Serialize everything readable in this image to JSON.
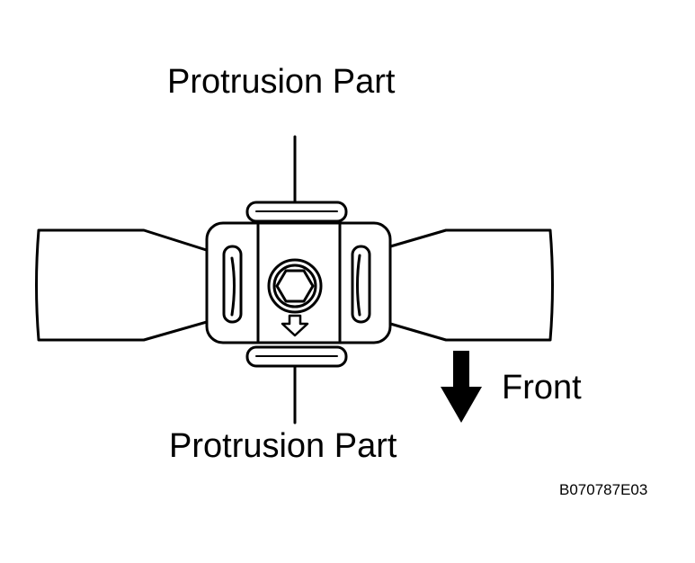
{
  "labels": {
    "protrusion_top": "Protrusion Part",
    "protrusion_bottom": "Protrusion Part",
    "front": "Front",
    "figure_id": "B070787E03"
  },
  "colors": {
    "stroke": "#000000",
    "fill": "#ffffff"
  }
}
